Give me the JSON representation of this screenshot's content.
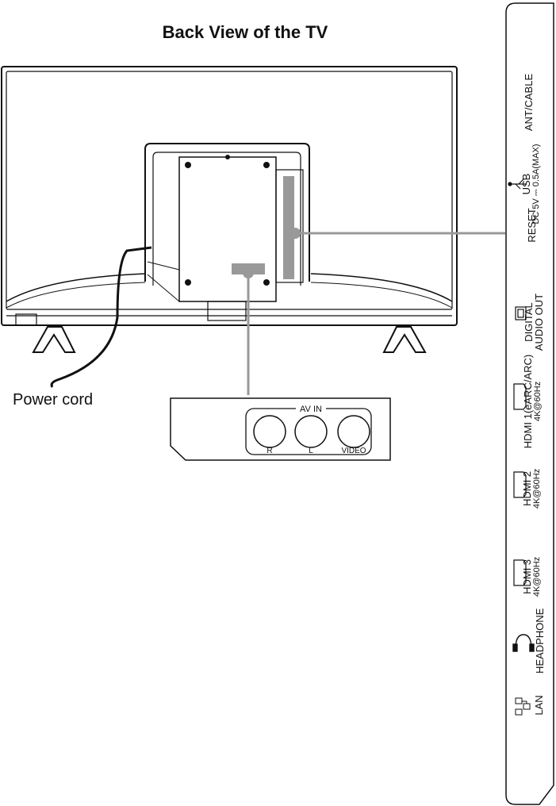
{
  "title": "Back View of the TV",
  "power_cord_label": "Power cord",
  "av_panel": {
    "heading": "AV IN",
    "jacks": [
      "R",
      "L",
      "VIDEO"
    ]
  },
  "side_ports": [
    {
      "label": "ANT/CABLE",
      "sub": ""
    },
    {
      "label": "USB",
      "sub": "DC 5V ⎓ 0.5A(MAX)"
    },
    {
      "label": "RESET",
      "sub": ""
    },
    {
      "label": "DIGITAL",
      "sub": "AUDIO OUT"
    },
    {
      "label": "HDMI 1(eARC/ARC)",
      "sub": "4K@60Hz"
    },
    {
      "label": "HDMI 2",
      "sub": "4K@60Hz"
    },
    {
      "label": "HDMI 3",
      "sub": "4K@60Hz"
    },
    {
      "label": "HEADPHONE",
      "sub": ""
    },
    {
      "label": "LAN",
      "sub": ""
    }
  ],
  "colors": {
    "callout": "#999999",
    "line": "#111111"
  }
}
